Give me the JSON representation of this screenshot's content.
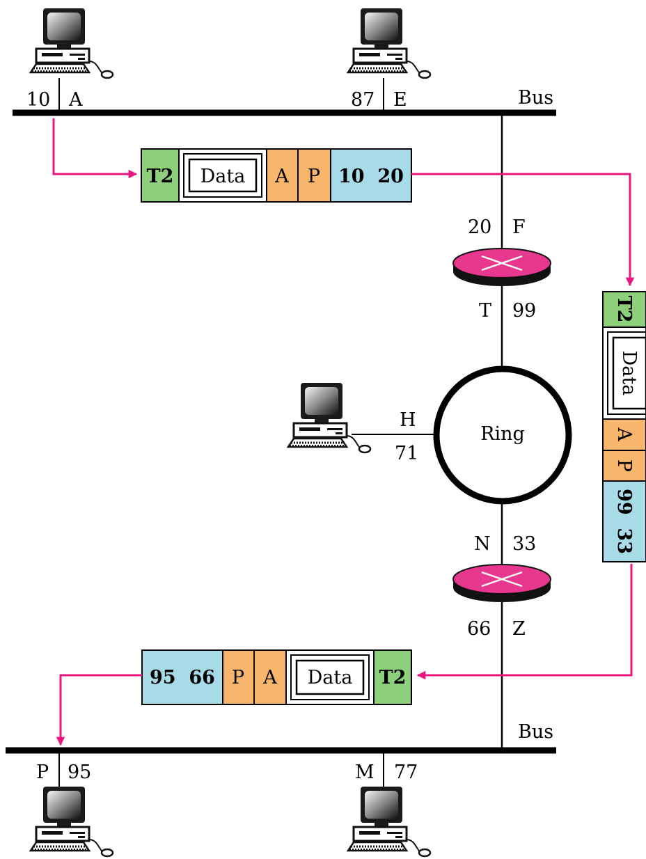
{
  "colors": {
    "magenta": "#e8167f",
    "trailer_green": "#8dcf7a",
    "address_blue": "#a7dbe7",
    "header_orange": "#f8b56c",
    "router_pink": "#e8378e"
  },
  "top_bus": {
    "label": "Bus",
    "host_a": {
      "physical": "10",
      "logical": "A"
    },
    "host_e": {
      "physical": "87",
      "logical": "E"
    }
  },
  "router1": {
    "bus_physical": "20",
    "bus_logical": "F",
    "ring_logical": "T",
    "ring_physical": "99"
  },
  "ring": {
    "label": "Ring",
    "host_h": {
      "logical": "H",
      "physical": "71"
    }
  },
  "router2": {
    "ring_logical": "N",
    "ring_physical": "33",
    "bus_physical": "66",
    "bus_logical": "Z"
  },
  "bottom_bus": {
    "label": "Bus",
    "host_p": {
      "logical": "P",
      "physical": "95"
    },
    "host_m": {
      "logical": "M",
      "physical": "77"
    }
  },
  "frame1": {
    "trailer": "T2",
    "data": "Data",
    "a": "A",
    "p": "P",
    "addr": "10  20"
  },
  "frame2": {
    "trailer": "T2",
    "data": "Data",
    "a": "A",
    "p": "P",
    "addr": "99  33"
  },
  "frame3": {
    "addr": "95  66",
    "p": "P",
    "a": "A",
    "data": "Data",
    "trailer": "T2"
  }
}
